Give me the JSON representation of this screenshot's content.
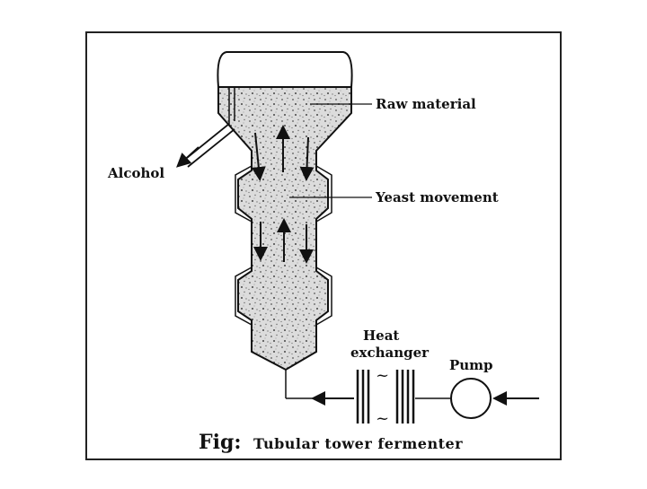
{
  "labels": {
    "raw_material": "Raw material",
    "alcohol": "Alcohol",
    "yeast_movement": "Yeast movement",
    "heat": "Heat",
    "exchanger": "exchanger",
    "pump": "Pump"
  },
  "caption": {
    "prefix": "Fig:",
    "title": "Tubular tower fermenter"
  },
  "colors": {
    "ink": "#111111",
    "fill": "#d9d9d9"
  }
}
